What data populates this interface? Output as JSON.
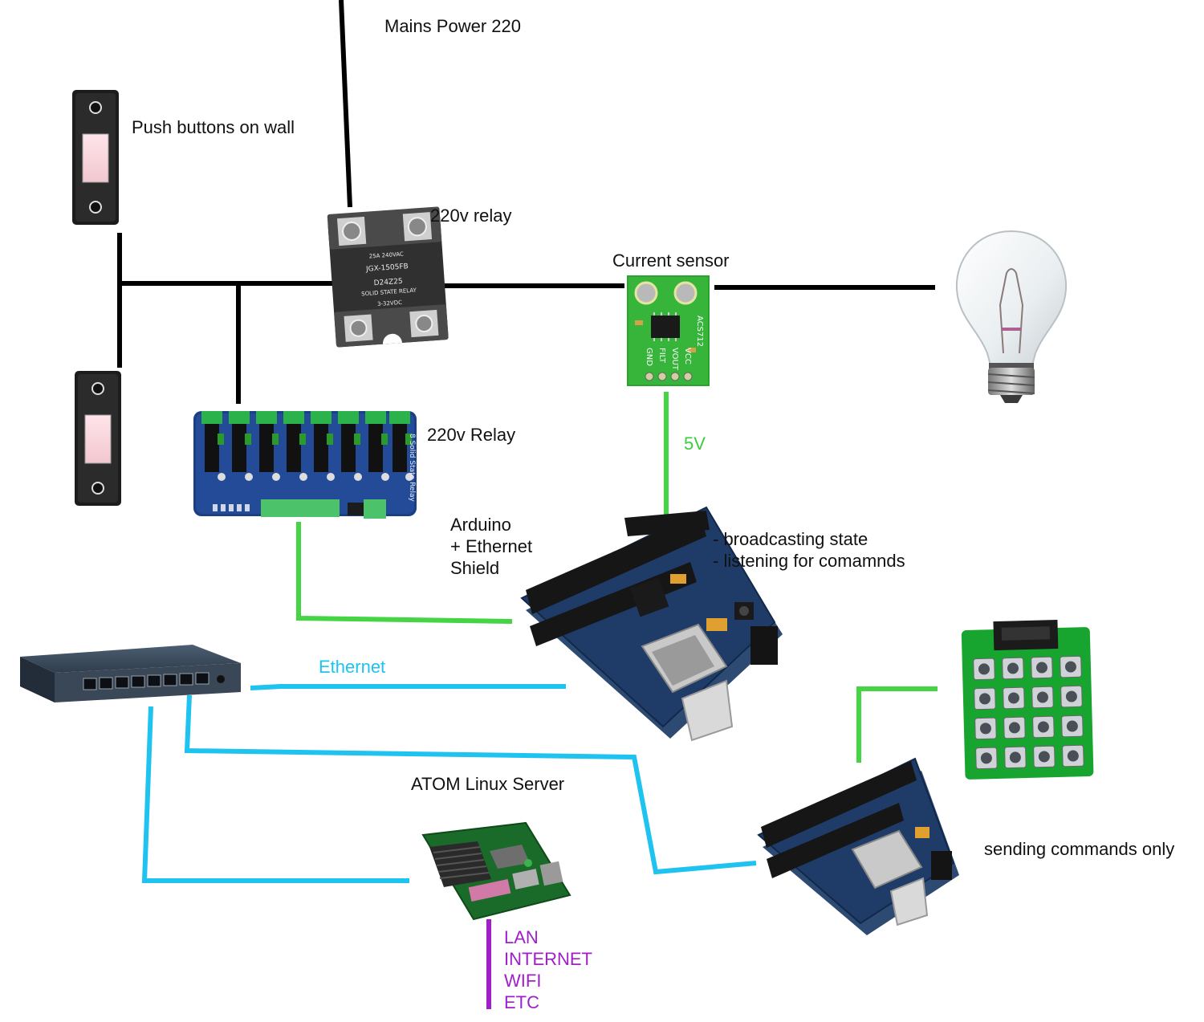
{
  "labels": {
    "mains_power": "Mains Power 220",
    "push_buttons": "Push buttons on wall",
    "relay_single": "220v relay",
    "current_sensor": "Current sensor",
    "relay_board": "220v Relay",
    "five_volt": "5V",
    "arduino_line1": "Arduino",
    "arduino_line2": "+ Ethernet",
    "arduino_line3": "Shield",
    "arduino_role_1": "- broadcasting state",
    "arduino_role_2": "- listening for comamnds",
    "ethernet": "Ethernet",
    "server": "ATOM Linux Server",
    "sending_only": "sending commands only",
    "uplink_1": "LAN",
    "uplink_2": "INTERNET",
    "uplink_3": "WIFI",
    "uplink_4": "ETC"
  },
  "device_markings": {
    "ssr_load": "25A 240VAC",
    "ssr_model": "JGX-1505FB",
    "ssr_code": "D24Z25",
    "ssr_name": "SOLID STATE RELAY",
    "ssr_input": "3-32VDC",
    "sensor_chip": "ACS712",
    "sensor_pin_vcc": "VCC",
    "sensor_pin_vout": "VOUT",
    "sensor_pin_filt": "FILT",
    "sensor_pin_gnd": "GND",
    "board_name": "8 Solid State Relay"
  },
  "colors": {
    "mains_wire": "#000000",
    "low_voltage_wire": "#44d444",
    "ethernet_wire": "#1ec3ef",
    "uplink_wire": "#a020c8",
    "pcb_blue": "#1a3f86",
    "pcb_green": "#1f9e2a"
  },
  "icons": [
    "wall-push-button-icon",
    "solid-state-relay-icon",
    "current-sensor-icon",
    "light-bulb-icon",
    "relay-board-icon",
    "network-switch-icon",
    "arduino-ethernet-icon",
    "keypad-icon",
    "motherboard-icon"
  ]
}
